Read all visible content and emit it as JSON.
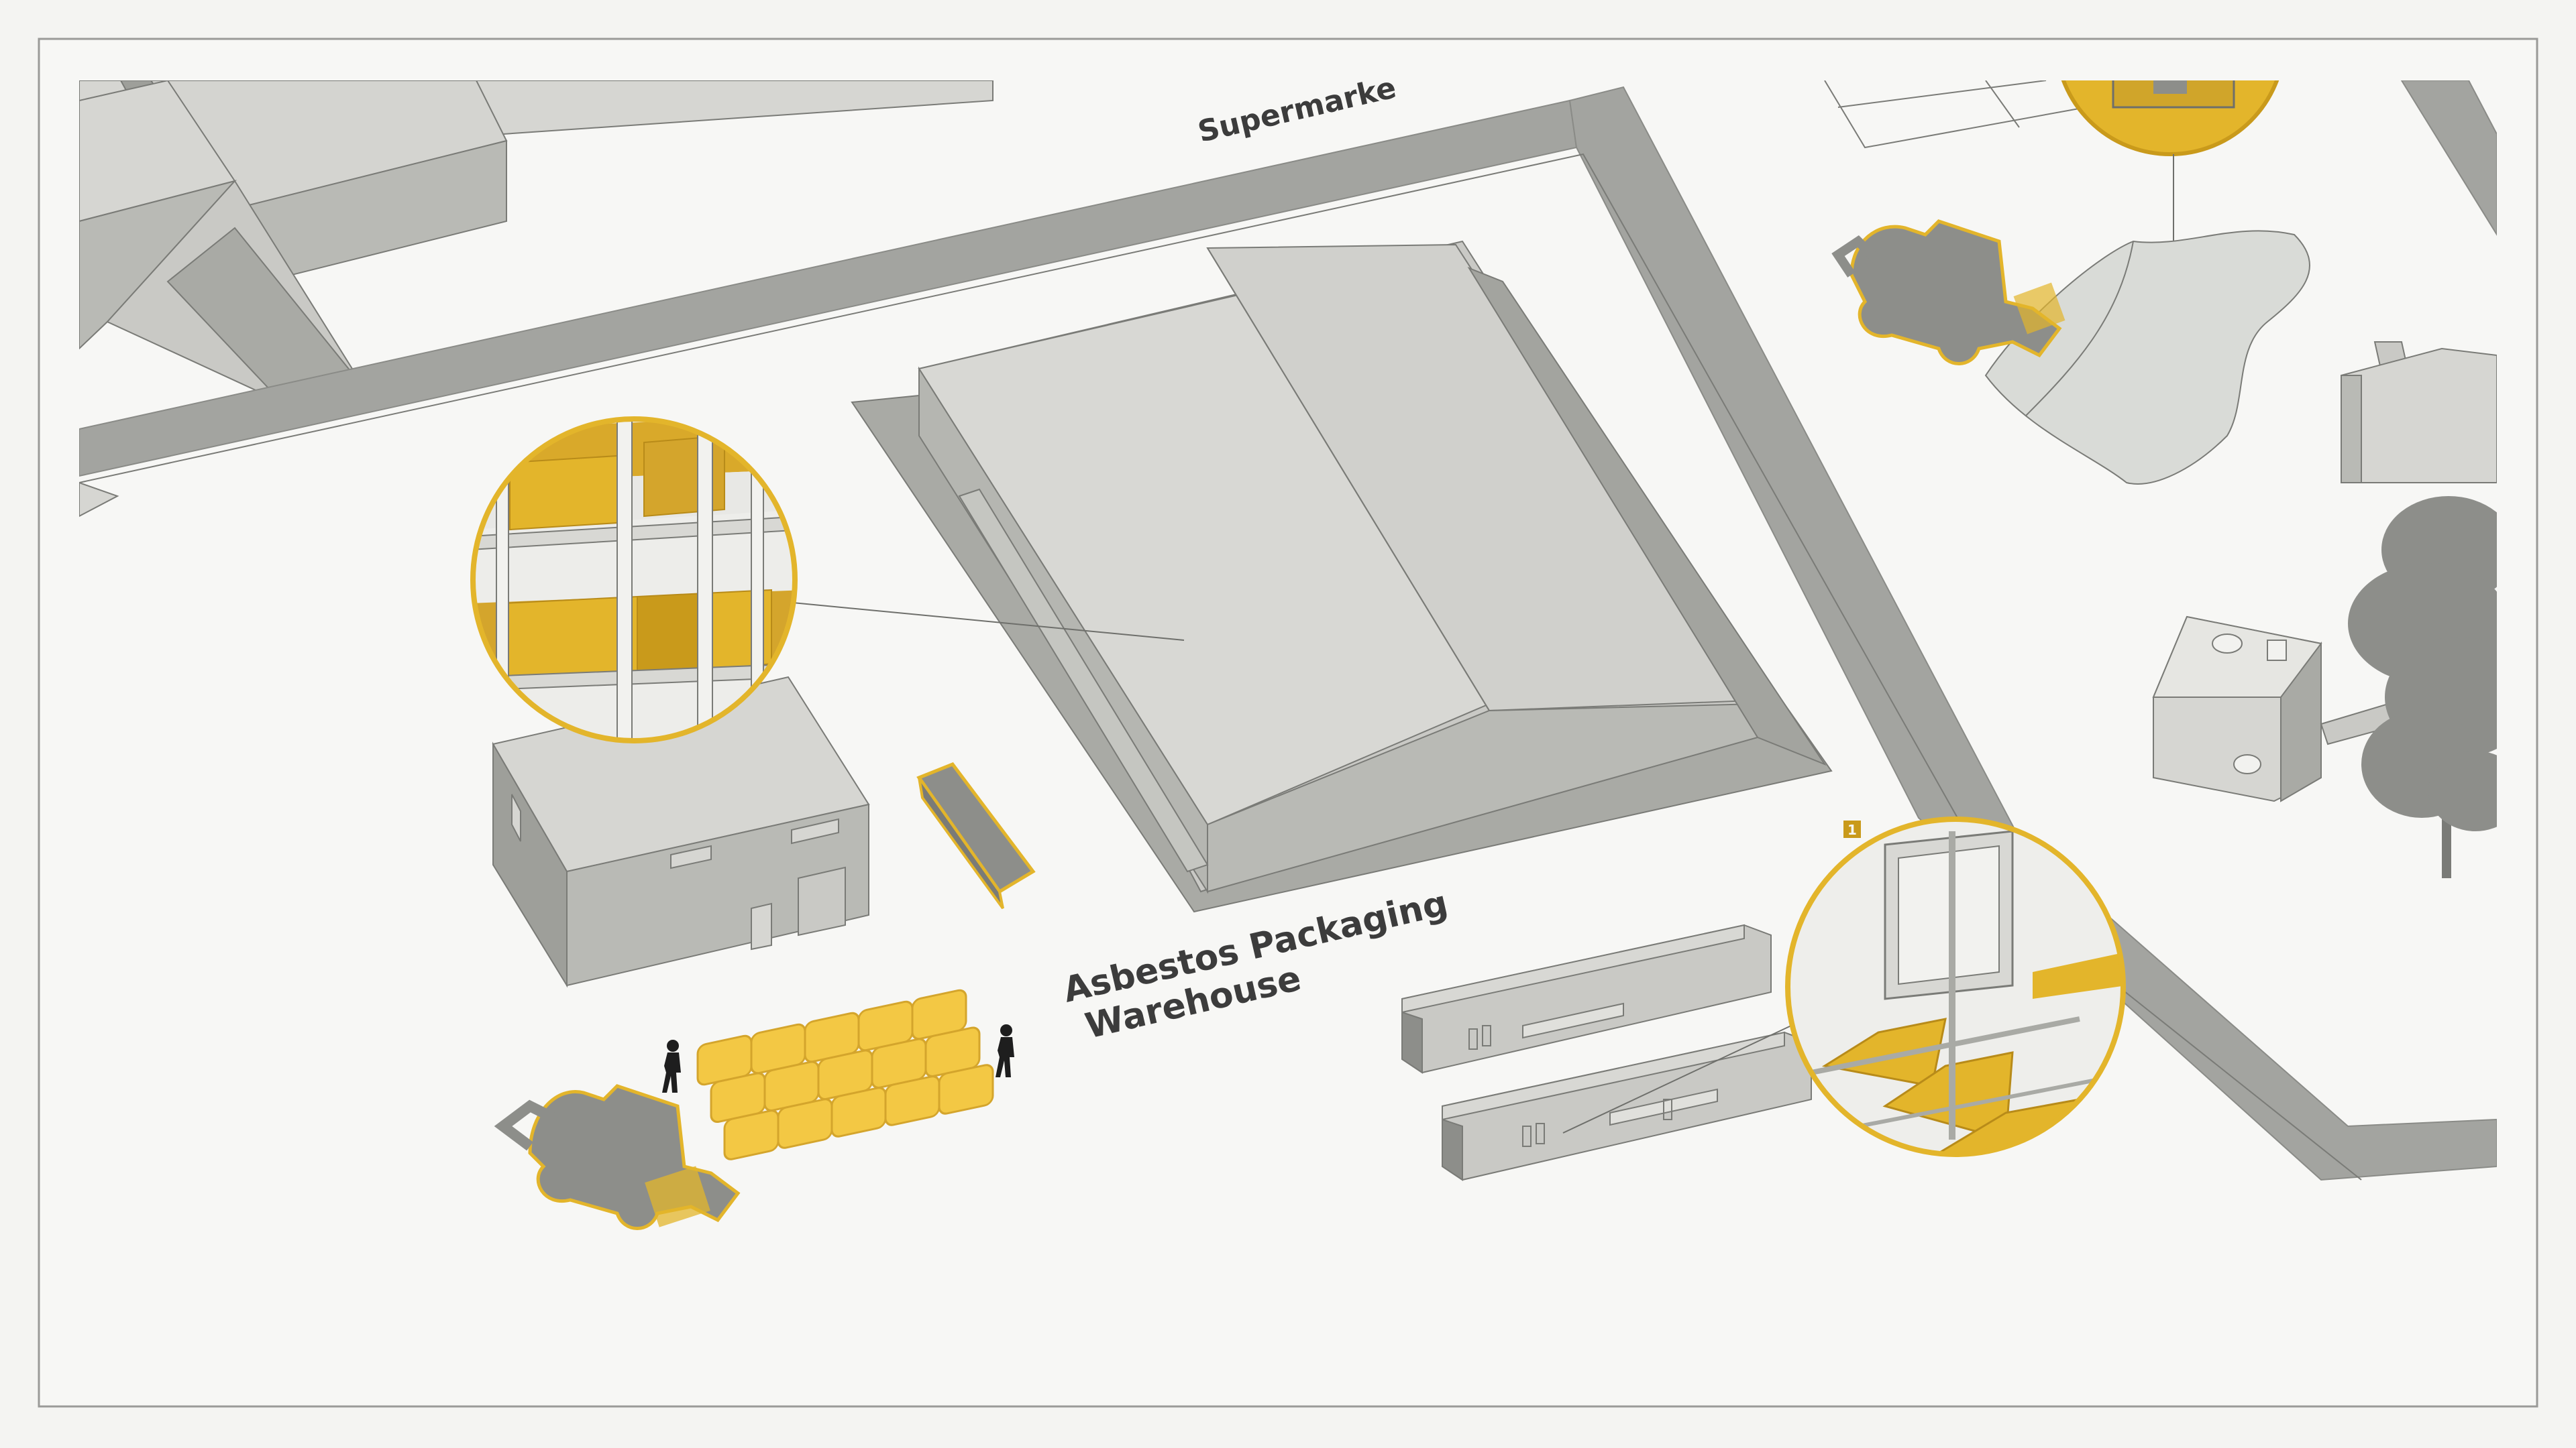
{
  "labels": {
    "supermarket": "Supermarke",
    "warehouse_line1": "Asbestos Packaging",
    "warehouse_line2": "Warehouse",
    "train_car_number": "1"
  },
  "colors": {
    "background": "#f4f4f2",
    "page": "#f7f7f5",
    "road": "#a3a4a0",
    "roof": "#d6d6d2",
    "wall": "#b9bab5",
    "wall_dark": "#9e9f9a",
    "accent": "#e3b52b",
    "accent_dark": "#c99a1b",
    "outline": "#6e6f6b",
    "text": "#3c3c3c"
  },
  "icons": [
    "excavator-icon",
    "person-icon",
    "asbestos-bag-icon",
    "tree-icon",
    "magnifier-callout-icon"
  ]
}
